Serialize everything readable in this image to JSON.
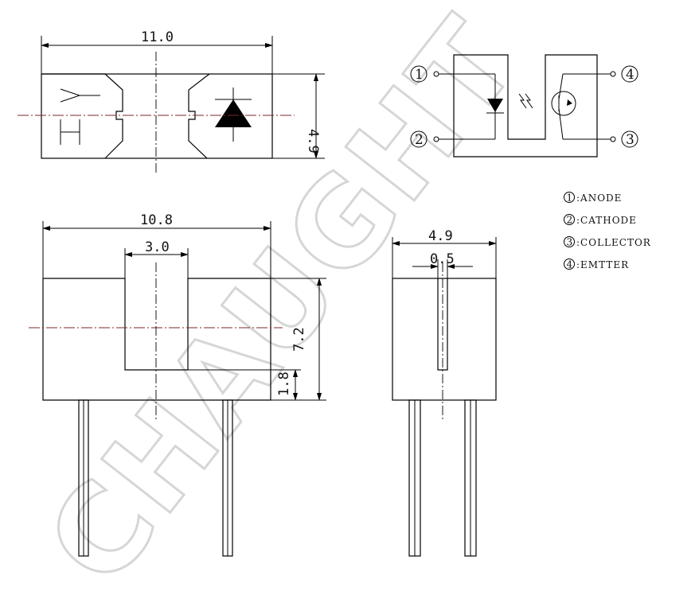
{
  "watermark": "CHAUGHT",
  "dimensions": {
    "top_length": "11.0",
    "top_height": "4.9",
    "front_length": "10.8",
    "slot_width": "3.0",
    "front_height": "7.2",
    "slot_bottom": "1.8",
    "side_width": "4.9",
    "side_slot": "0.5"
  },
  "pins": {
    "p1": "1",
    "p2": "2",
    "p3": "3",
    "p4": "4"
  },
  "legend": [
    {
      "num": "1",
      "label": ":ANODE"
    },
    {
      "num": "2",
      "label": ":CATHODE"
    },
    {
      "num": "3",
      "label": ":COLLECTOR"
    },
    {
      "num": "4",
      "label": ":EMTTER"
    }
  ]
}
